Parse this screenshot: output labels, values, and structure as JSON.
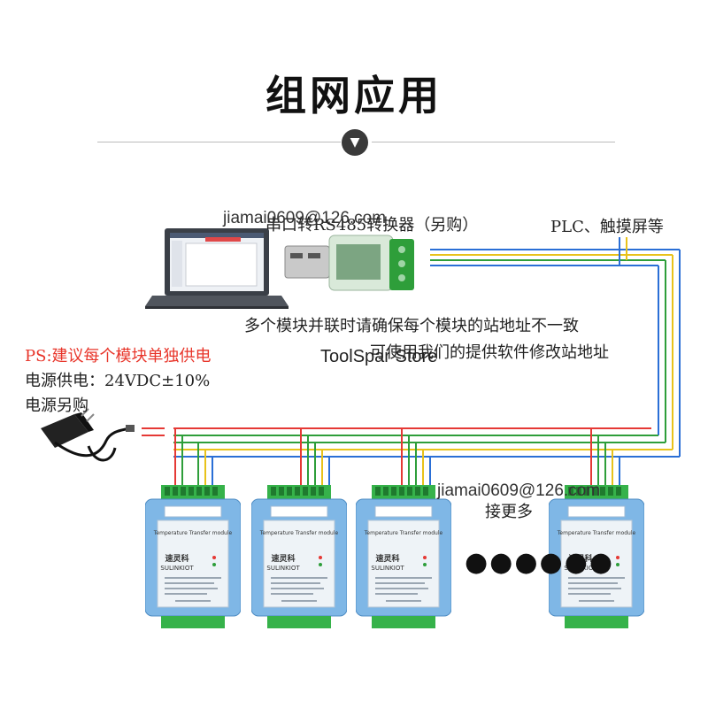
{
  "title": "组网应用",
  "converter_label": "串口转RS485转换器（另购）",
  "plc_label": "PLC、触摸屏等",
  "note_line1": "多个模块并联时请确保每个模块的站地址不一致",
  "note_line2": "可使用我们的提供软件修改站地址",
  "ps_note": "PS:建议每个模块单独供电",
  "power_line1": "电源供电：24VDC±10%",
  "power_line2": "电源另购",
  "more_label": "接更多",
  "watermark_email": "jiamai0609@126.com",
  "watermark_store": "ToolSpar Store",
  "module": {
    "brand_cn": "速灵科",
    "brand_en": "SULINKIOT",
    "model_title": "Temperature Transfer module"
  },
  "colors": {
    "wire_red": "#e53935",
    "wire_green": "#2e9e3a",
    "wire_yellow": "#e8c21a",
    "wire_blue": "#2a6fd6",
    "module_body": "#7fb7e6",
    "terminal": "#36b24a"
  },
  "icons": [
    "laptop-icon",
    "usb-converter-icon",
    "power-adapter-icon",
    "chevron-down-icon"
  ]
}
